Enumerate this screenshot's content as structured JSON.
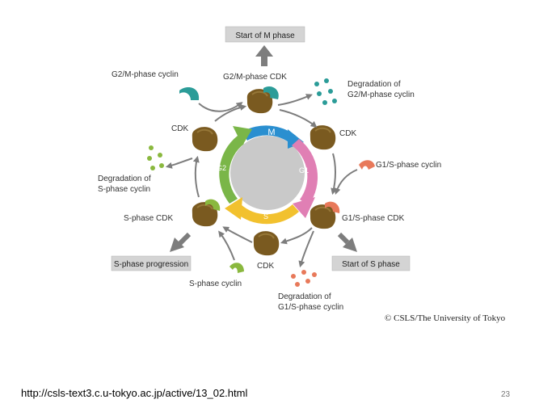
{
  "boxes": {
    "m_phase": "Start of M phase",
    "s_progression": "S-phase progression",
    "s_phase_start": "Start of S phase"
  },
  "labels": {
    "g2m_cyclin": "G2/M-phase cyclin",
    "g2m_cdk": "G2/M-phase CDK",
    "deg_g2m_line1": "Degradation of",
    "deg_g2m_line2": "G2/M-phase cyclin",
    "cdk_top_right": "CDK",
    "cdk_left": "CDK",
    "g1s_cyclin": "G1/S-phase cyclin",
    "g1s_cdk": "G1/S-phase CDK",
    "deg_s_line1": "Degradation of",
    "deg_s_line2": "S-phase cyclin",
    "s_cdk": "S-phase CDK",
    "cdk_bottom": "CDK",
    "s_cyclin": "S-phase cyclin",
    "deg_g1s_line1": "Degradation of",
    "deg_g1s_line2": "G1/S-phase cyclin"
  },
  "phases": {
    "m": "M",
    "g1": "G1",
    "s": "S",
    "g2": "G2"
  },
  "colors": {
    "m": "#2a8fd0",
    "g1": "#e07fb4",
    "s": "#f2c12e",
    "g2": "#7ab648",
    "cdk": "#7a5a20",
    "g2m_cyclin": "#2b9c98",
    "g1s_cyclin": "#e8795a",
    "s_cyclin": "#8ab83e",
    "arrow": "#7d7d7d",
    "box": "#d4d4d4"
  },
  "footer": {
    "credit": "© CSLS/The University of Tokyo",
    "url": "http://csls-text3.c.u-tokyo.ac.jp/active/13_02.html",
    "page_number": "23"
  }
}
